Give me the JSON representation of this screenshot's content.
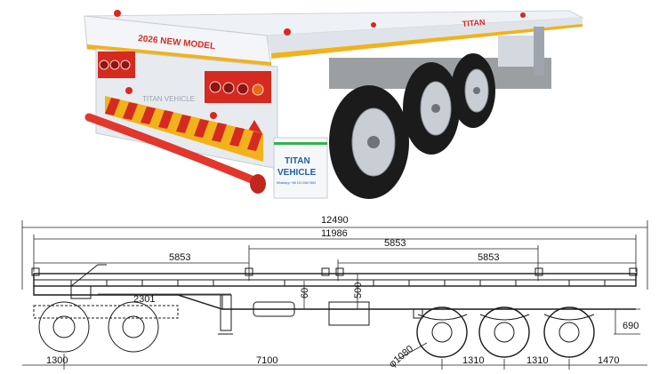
{
  "photo": {
    "headboard_text": "2026 NEW MODEL",
    "side_brand": "TITAN",
    "rear_plate_text": "TITAN VEHICLE",
    "mudflap_line1": "TITAN",
    "mudflap_line2": "VEHICLE",
    "mudflap_phone": "WhatsApp: +86 131 0045 9694",
    "colors": {
      "body": "#e9edf2",
      "stripe": "#f2b21b",
      "reflector_red": "#d52a20",
      "tire": "#1b1b1b",
      "rim": "#c9ced4"
    }
  },
  "drawing": {
    "overall_length": "12490",
    "deck_length": "11986",
    "left_span": "5853",
    "mid_span": "5853",
    "right_span": "5853",
    "gooseneck_offset": "2301",
    "side_rail_height": "60",
    "main_beam_height": "500",
    "rear_overhang_height": "690",
    "front_landing_offset": "1300",
    "kingpin_to_axle": "7100",
    "wheel_diameter": "φ1080",
    "axle_spacing_1": "1310",
    "axle_spacing_2": "1310",
    "rear_overhang": "1470"
  }
}
